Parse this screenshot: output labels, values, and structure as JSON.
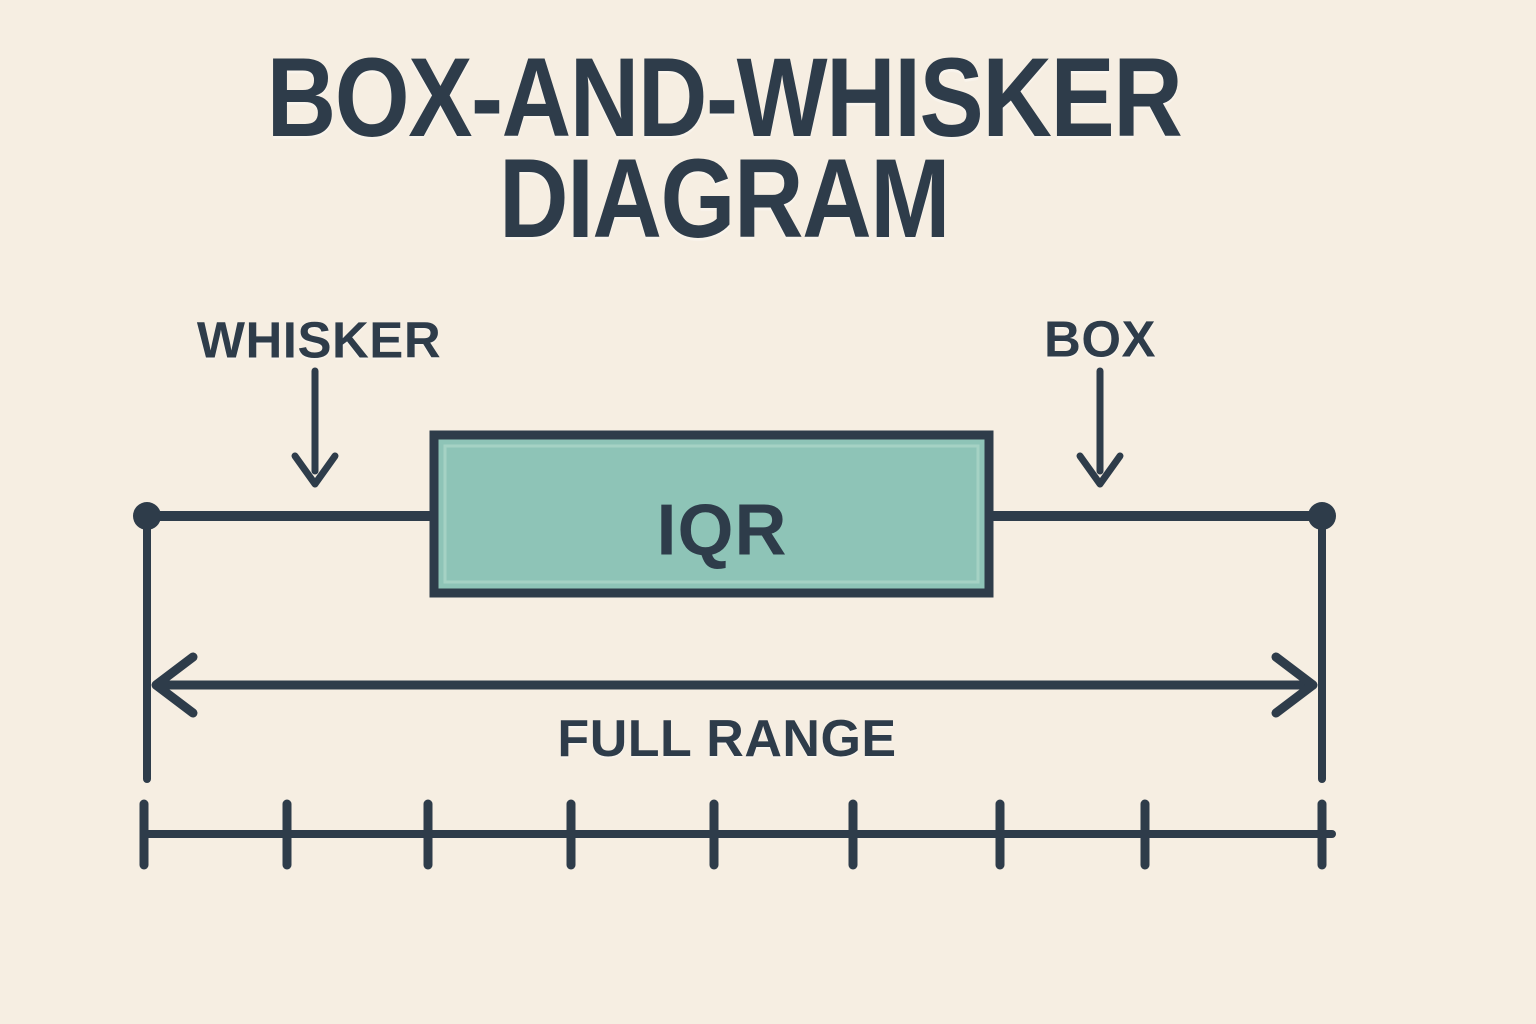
{
  "title": {
    "line1": "BOX-AND-WHISKER",
    "line2": "DIAGRAM"
  },
  "labels": {
    "whisker": "WHISKER",
    "box": "BOX",
    "iqr": "IQR",
    "full_range": "FULL RANGE"
  },
  "colors": {
    "background": "#f6eee2",
    "ink": "#2e3c4a",
    "box_fill": "#8ec4b7",
    "box_inner_highlight": "#a9d5c7"
  },
  "diagram": {
    "type": "box-and-whisker-anatomy",
    "endpoint_marker": "dot",
    "ruler_tick_count": 9
  }
}
